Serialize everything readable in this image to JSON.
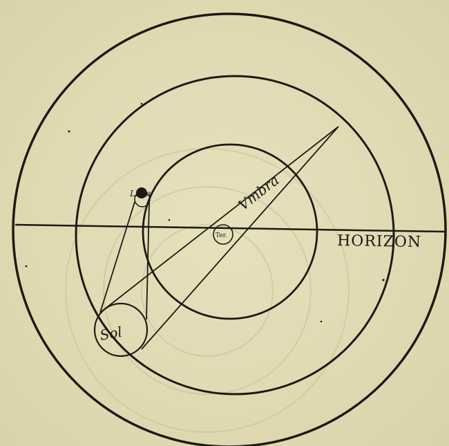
{
  "diagram": {
    "labels": {
      "horizon": "HORIZON",
      "shadow": "Vmbra",
      "sun": "Sol",
      "earth": "Ter.",
      "moon": "Luna"
    },
    "colors": {
      "paper": "#e3dcb6",
      "ink": "#1c1a14"
    }
  }
}
